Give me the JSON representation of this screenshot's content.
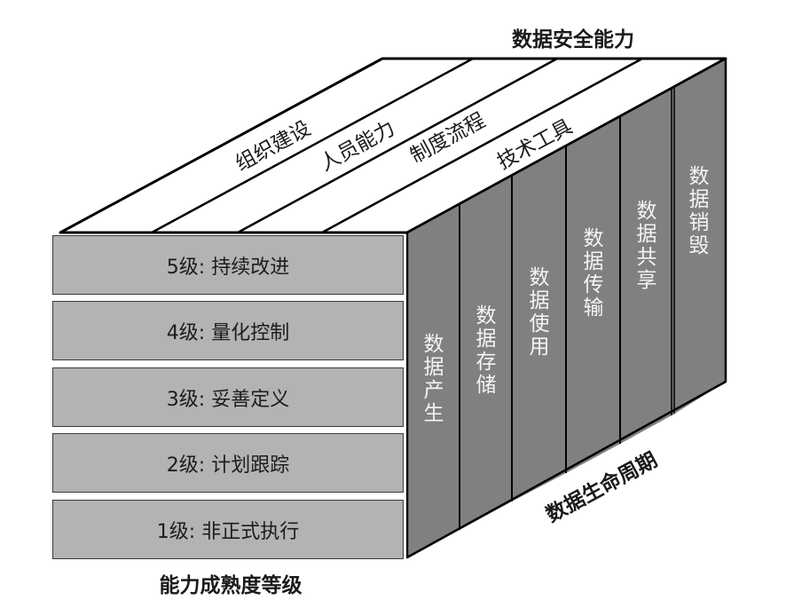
{
  "diagram": {
    "title_security_capability": "数据安全能力",
    "title_maturity_level": "能力成熟度等级",
    "title_lifecycle": "数据生命周期",
    "security_dimensions": [
      {
        "label": "组织建设"
      },
      {
        "label": "人员能力"
      },
      {
        "label": "制度流程"
      },
      {
        "label": "技术工具"
      }
    ],
    "maturity_levels": [
      {
        "label": "5级: 持续改进"
      },
      {
        "label": "4级: 量化控制"
      },
      {
        "label": "3级: 妥善定义"
      },
      {
        "label": "2级: 计划跟踪"
      },
      {
        "label": "1级: 非正式执行"
      }
    ],
    "lifecycle_phases": [
      {
        "label": "数据产生"
      },
      {
        "label": "数据存储"
      },
      {
        "label": "数据使用"
      },
      {
        "label": "数据传输"
      },
      {
        "label": "数据共享"
      },
      {
        "label": "数据销毁"
      }
    ],
    "colors": {
      "front_face": "#b3b3b3",
      "side_face": "#808080",
      "top_face": "#ffffff",
      "outline": "#000000",
      "side_text": "#f4f4f4",
      "label_text": "#1a1a1a"
    }
  }
}
